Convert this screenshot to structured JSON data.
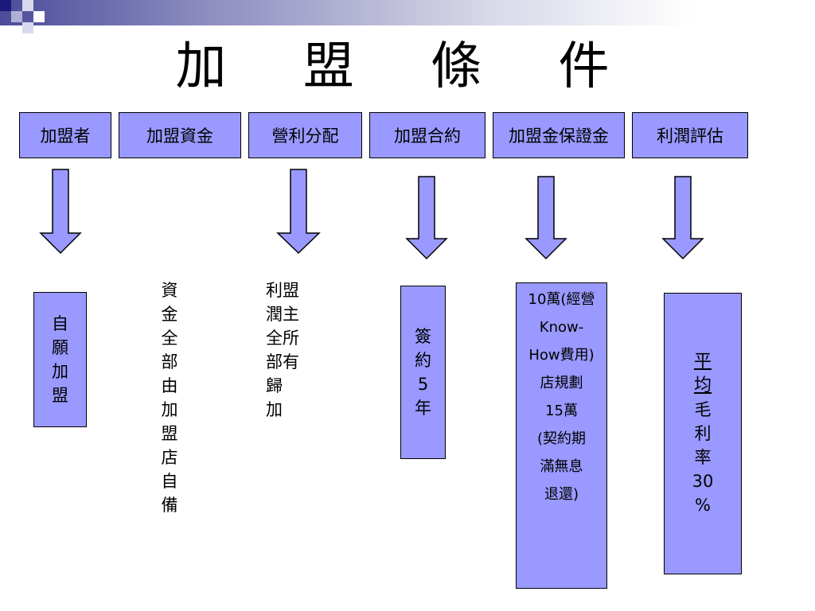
{
  "title": "加 盟 條 件",
  "headers": [
    "加盟者",
    "加盟資金",
    "營利分配",
    "加盟合約",
    "加盟金保證金",
    "利潤評估"
  ],
  "details": {
    "franchisee": "自\n願\n加\n盟",
    "funding": "資\n金\n全\n部\n由\n加\n盟\n店\n自\n備",
    "profit_split_col1": "利盟\n潤主\n全所\n部有\n歸\n加",
    "contract": "簽\n約\n5\n年",
    "deposit": "10萬(經營\nKnow-\nHow費用)\n店規劃\n15萬\n(契約期\n滿無息\n退還)",
    "profit_eval_head": "平\n均",
    "profit_eval_rest": "毛\n利\n率\n30\n%"
  },
  "colors": {
    "box_fill": "#9999ff",
    "border": "#000000"
  }
}
